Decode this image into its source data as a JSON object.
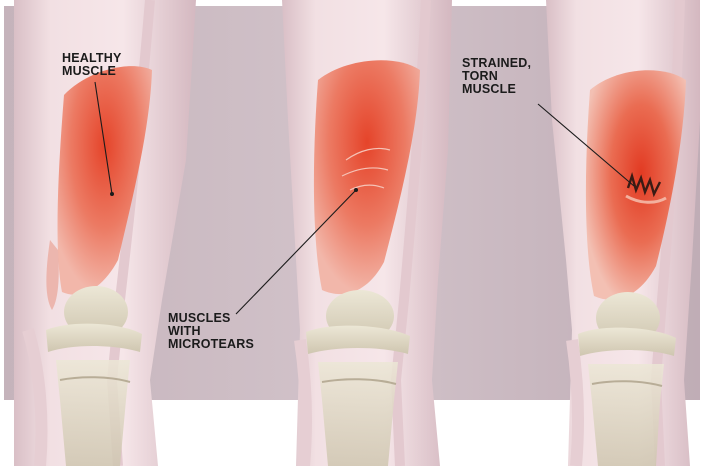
{
  "labels": {
    "healthy": "HEALTHY\nMUSCLE",
    "microtears": "MUSCLES\nWITH\nMICROTEARS",
    "strained": "STRAINED,\nTORN\nMUSCLE"
  },
  "colors": {
    "background_panel": "#ccbcc3",
    "skin": "#efd9dd",
    "muscle_red": "#e64a2e",
    "bone": "#e2dcc8",
    "tear": "#3a1b14"
  }
}
